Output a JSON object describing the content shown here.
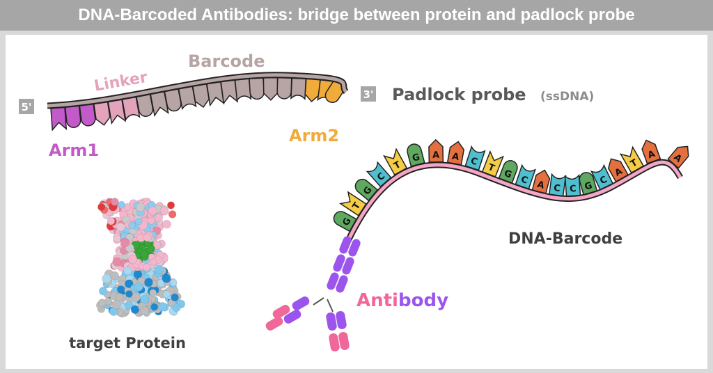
{
  "title": "DNA-Barcoded Antibodies: bridge between protein and padlock probe",
  "padlock": {
    "five_prime": "5'",
    "three_prime": "3'",
    "name": "Padlock probe",
    "type": "(ssDNA)",
    "linker_label": "Linker",
    "barcode_label": "Barcode",
    "arm1_label": "Arm1",
    "arm2_label": "Arm2",
    "segments": [
      {
        "name": "arm1",
        "count": 3,
        "color": "#c25bc9"
      },
      {
        "name": "linker",
        "count": 3,
        "color": "#e3a4bb"
      },
      {
        "name": "barcode",
        "count": 12,
        "color": "#b7a4a4"
      },
      {
        "name": "arm2",
        "count": 3,
        "color": "#f0ab3a"
      }
    ]
  },
  "barcode": {
    "label": "DNA-Barcode",
    "sequence": [
      "G",
      "T",
      "G",
      "C",
      "T",
      "G",
      "A",
      "A",
      "C",
      "T",
      "G",
      "C",
      "A",
      "C",
      "C",
      "G",
      "C",
      "A",
      "T",
      "A",
      "A"
    ],
    "strand_color": "#f4a6c6",
    "base_colors": {
      "G": "#5fa860",
      "T": "#f5cc45",
      "C": "#4fbfcf",
      "A": "#e5703f"
    }
  },
  "antibody": {
    "label_part1": "Anti",
    "label_part2": "body",
    "color1": "#f0679a",
    "color2": "#9c55ec"
  },
  "protein": {
    "label": "target Protein"
  }
}
